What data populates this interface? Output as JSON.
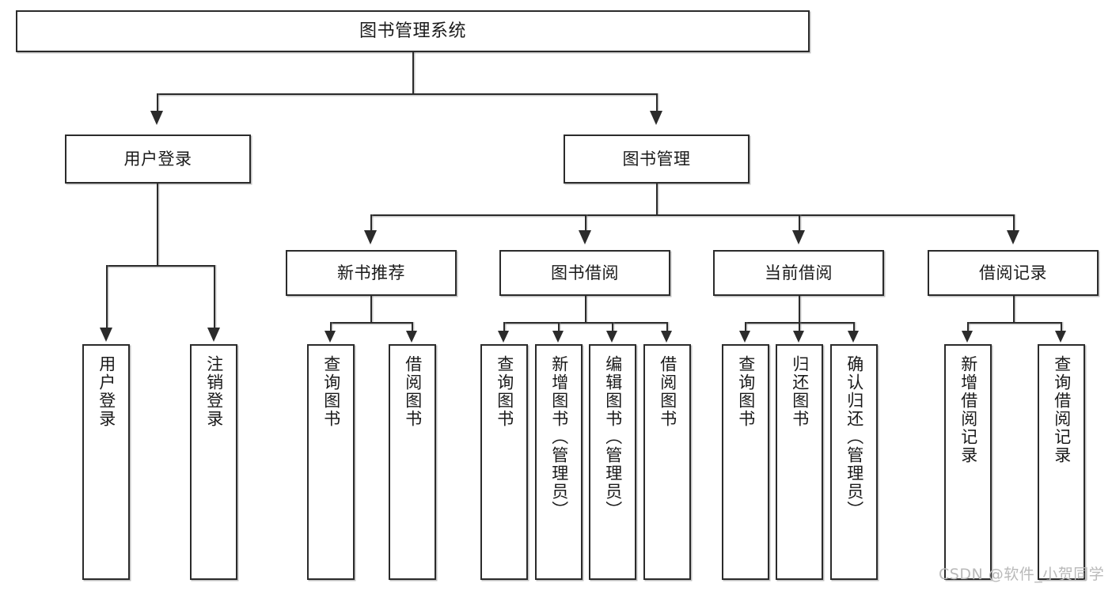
{
  "diagram": {
    "title": "图书管理系统",
    "root": {
      "label": "图书管理系统"
    },
    "level2": [
      {
        "label": "用户登录"
      },
      {
        "label": "图书管理"
      }
    ],
    "level3": [
      {
        "label": "新书推荐"
      },
      {
        "label": "图书借阅"
      },
      {
        "label": "当前借阅"
      },
      {
        "label": "借阅记录"
      }
    ],
    "leaves": {
      "user_login": [
        {
          "label": "用户登录"
        },
        {
          "label": "注销登录"
        }
      ],
      "new_book_recommend": [
        {
          "label": "查询图书"
        },
        {
          "label": "借阅图书"
        }
      ],
      "book_borrow": [
        {
          "label": "查询图书"
        },
        {
          "label": "新增图书（管理员）"
        },
        {
          "label": "编辑图书（管理员）"
        },
        {
          "label": "借阅图书"
        }
      ],
      "current_borrow": [
        {
          "label": "查询图书"
        },
        {
          "label": "归还图书"
        },
        {
          "label": "确认归还（管理员）"
        }
      ],
      "borrow_records": [
        {
          "label": "新增借阅记录"
        },
        {
          "label": "查询借阅记录"
        }
      ]
    }
  },
  "watermark": {
    "text": "CSDN @软件_小贺同学"
  },
  "colors": {
    "stroke": "#2b2b2b",
    "fill": "#ffffff",
    "text": "#1a1a1a",
    "watermark": "#b9b9b9"
  }
}
